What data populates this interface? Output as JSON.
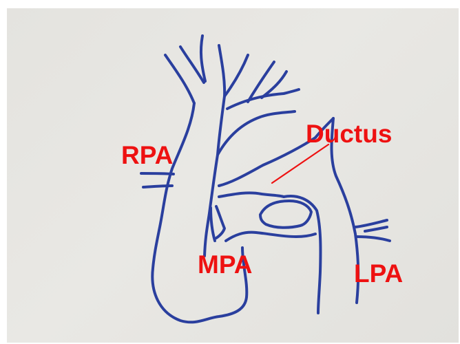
{
  "colors": {
    "ink": "#2a3f9e",
    "label": "#ee1111",
    "paper": "#e6e5e1"
  },
  "labels": {
    "rpa": "RPA",
    "ductus": "Ductus",
    "mpa": "MPA",
    "lpa": "LPA"
  }
}
